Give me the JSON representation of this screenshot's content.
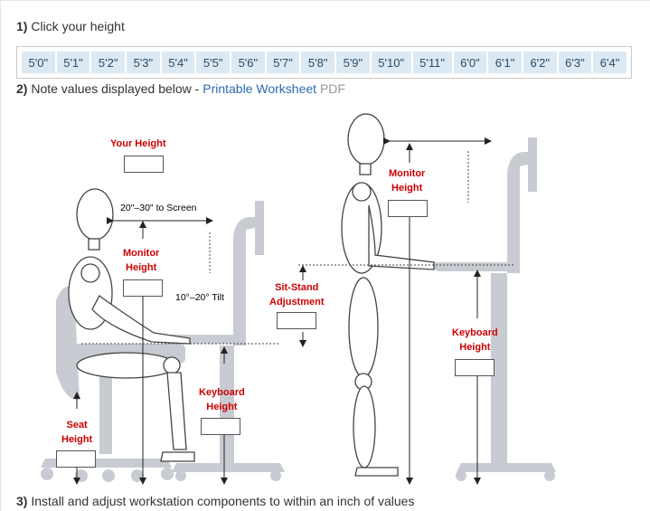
{
  "step1": {
    "num": "1)",
    "text": "Click your height"
  },
  "heights": [
    "5'0\"",
    "5'1\"",
    "5'2\"",
    "5'3\"",
    "5'4\"",
    "5'5\"",
    "5'6\"",
    "5'7\"",
    "5'8\"",
    "5'9\"",
    "5'10\"",
    "5'11\"",
    "6'0\"",
    "6'1\"",
    "6'2\"",
    "6'3\"",
    "6'4\""
  ],
  "step2": {
    "num": "2)",
    "text": "Note values displayed below - ",
    "link": "Printable Worksheet",
    "pdf": "PDF"
  },
  "step3": {
    "num": "3)",
    "text": "Install and adjust workstation components to within an inch of values"
  },
  "diagram": {
    "your_height": "Your Height",
    "screen_distance": "20\"–30\" to Screen",
    "monitor_height_label_1": "Monitor",
    "monitor_height_label_2": "Height",
    "tilt": "10°–20° Tilt",
    "sit_stand_1": "Sit-Stand",
    "sit_stand_2": "Adjustment",
    "keyboard_height_1": "Keyboard",
    "keyboard_height_2": "Height",
    "seat_height_1": "Seat",
    "seat_height_2": "Height"
  },
  "values": {
    "your_height": "",
    "seated_monitor_height": "",
    "sit_stand_adjustment": "",
    "seated_keyboard_height": "",
    "seat_height": "",
    "standing_monitor_height": "",
    "standing_keyboard_height": ""
  },
  "colors": {
    "button_bg": "#dce9f3",
    "button_text": "#2b4a66",
    "label_red": "#cc0000",
    "link": "#2a6db0",
    "furniture": "#c8ccd2"
  }
}
